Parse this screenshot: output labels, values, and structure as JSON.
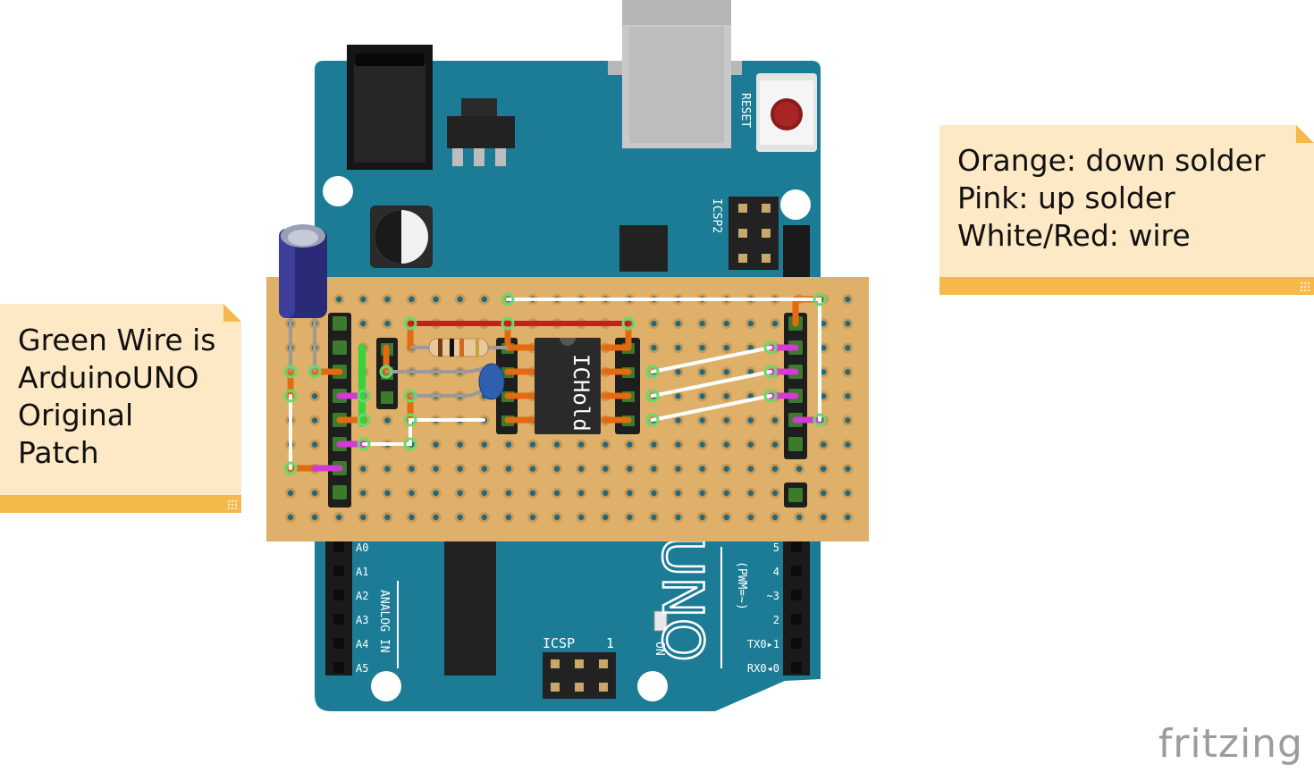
{
  "board": {
    "reset_label": "RESET",
    "icsp2_label": "ICSP2",
    "icsp_label": "ICSP",
    "icsp_pin1": "1",
    "on_label": "ON",
    "analog_label": "ANALOG IN",
    "analog_pins": [
      "A0",
      "A1",
      "A2",
      "A3",
      "A4",
      "A5"
    ],
    "digital_pins": [
      "5",
      "4",
      "~3",
      "2",
      "TX0▸1",
      "RX0◂0"
    ],
    "pwm_label": "(PWM=~)",
    "logo_text": "UNO"
  },
  "chip": {
    "label": "ICHold"
  },
  "notes": {
    "left": {
      "lines": [
        "Green Wire is",
        "ArduinoUNO",
        "Original",
        "Patch"
      ]
    },
    "right": {
      "lines": [
        "Orange: down solder",
        "Pink: up solder",
        "White/Red: wire"
      ]
    }
  },
  "branding": {
    "logo": "fritzing"
  },
  "colors": {
    "board": "#1c7c96",
    "stripboard": "#dfb06a",
    "down_solder": "#e36a10",
    "up_solder": "#d23bd2",
    "wire_white": "#ffffff",
    "wire_red": "#c41e1e",
    "wire_green": "#38d23a",
    "note_bg": "#fde9c5",
    "note_band": "#f5b94a"
  },
  "legend": {
    "orange": "down solder",
    "pink": "up solder",
    "white_red": "wire",
    "green": "ArduinoUNO Original Patch"
  }
}
